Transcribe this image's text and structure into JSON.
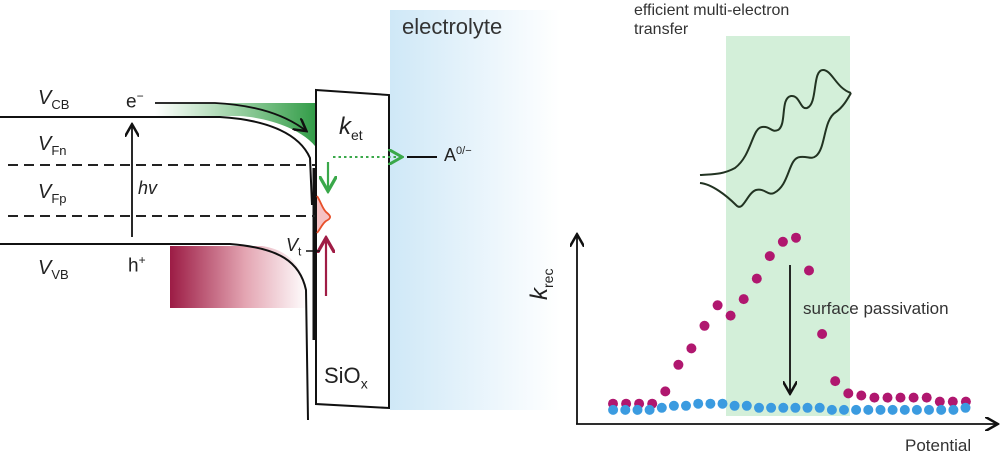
{
  "left_diagram": {
    "levels": {
      "vcb": {
        "main": "V",
        "sub": "CB"
      },
      "vfn": {
        "main": "V",
        "sub": "Fn"
      },
      "vfp": {
        "main": "V",
        "sub": "Fp"
      },
      "vvb": {
        "main": "V",
        "sub": "VB"
      }
    },
    "electron": {
      "main": "e",
      "sup": "−"
    },
    "hole": {
      "main": "h",
      "sup": "+"
    },
    "photon": "hv",
    "ket": {
      "main": "k",
      "sub": "et"
    },
    "acceptor": {
      "main": "A",
      "sup": "0/−"
    },
    "trap": {
      "main": "V",
      "sub": "t"
    },
    "oxide": {
      "main": "SiO",
      "sub": "x"
    },
    "electrolyte": "electrolyte"
  },
  "right_panel": {
    "cv_label_line1": "efficient multi-electron",
    "cv_label_line2": "transfer",
    "passivation_label": "surface passivation"
  },
  "colors": {
    "green": "#3aa84a",
    "maroon": "#a01c45",
    "orange": "#e8502a",
    "electrolyte_blue": "#cfe8f7",
    "highlight_green": "#d3efd9",
    "magenta_points": "#b0176f",
    "blue_points": "#3b9be0"
  },
  "chart_data": {
    "type": "scatter",
    "title": "",
    "xlabel": "Potential",
    "ylabel": "k_rec",
    "x_ticks": [],
    "y_ticks": [],
    "highlight_region": {
      "x_from": 9.0,
      "x_to": 19.0,
      "label": "efficient multi-electron transfer"
    },
    "annotation": {
      "text": "surface passivation",
      "arrow": "down",
      "x": 15.0
    },
    "series": [
      {
        "name": "unpassivated",
        "color": "#b0176f",
        "x": [
          1,
          2,
          3,
          4,
          5,
          6,
          7,
          8,
          9,
          10,
          11,
          12,
          13,
          14,
          15,
          16,
          17,
          18,
          19,
          20,
          21,
          22,
          23,
          24,
          25,
          26,
          27,
          28
        ],
        "y": [
          0.06,
          0.06,
          0.06,
          0.06,
          0.12,
          0.25,
          0.33,
          0.44,
          0.54,
          0.49,
          0.57,
          0.67,
          0.78,
          0.85,
          0.87,
          0.71,
          0.4,
          0.17,
          0.11,
          0.1,
          0.09,
          0.09,
          0.09,
          0.09,
          0.09,
          0.07,
          0.07,
          0.07
        ]
      },
      {
        "name": "passivated",
        "color": "#3b9be0",
        "x": [
          1,
          2,
          3,
          4,
          5,
          6,
          7,
          8,
          9,
          10,
          11,
          12,
          13,
          14,
          15,
          16,
          17,
          18,
          19,
          20,
          21,
          22,
          23,
          24,
          25,
          26,
          27,
          28,
          29,
          30
        ],
        "y": [
          0.03,
          0.03,
          0.03,
          0.03,
          0.04,
          0.05,
          0.05,
          0.06,
          0.06,
          0.06,
          0.05,
          0.05,
          0.04,
          0.04,
          0.04,
          0.04,
          0.04,
          0.04,
          0.03,
          0.03,
          0.03,
          0.03,
          0.03,
          0.03,
          0.03,
          0.03,
          0.03,
          0.03,
          0.03,
          0.04
        ]
      }
    ],
    "xlim": [
      0,
      31
    ],
    "ylim": [
      0,
      1
    ]
  }
}
